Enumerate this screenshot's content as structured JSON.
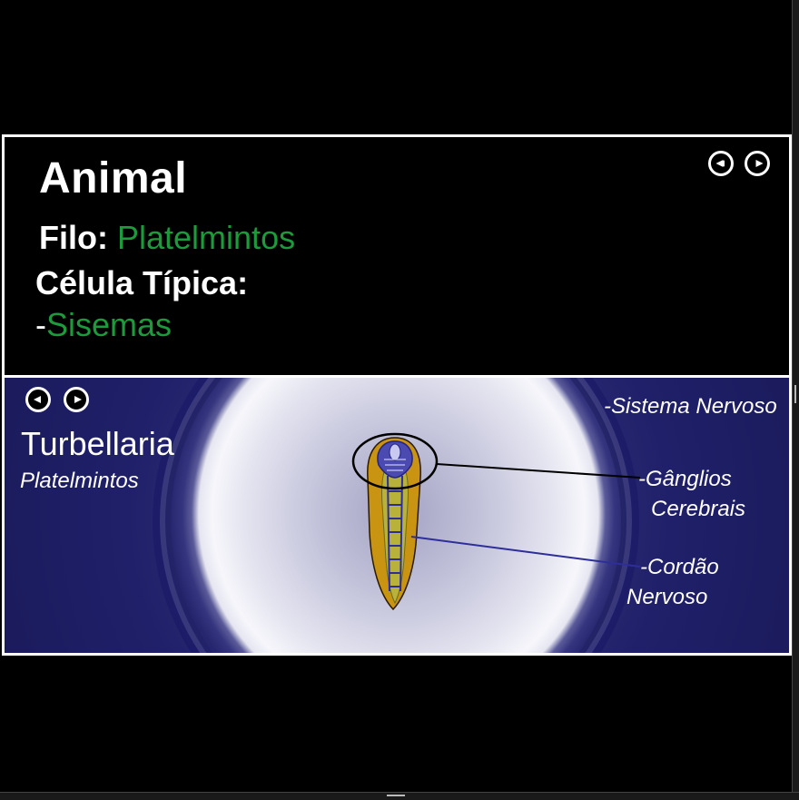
{
  "header": {
    "title": "Animal",
    "filo_label": "Filo:",
    "filo_value": "Platelmintos",
    "celula_label": "Célula Típica:",
    "celula_prefix": "-",
    "celula_value": "Sisemas"
  },
  "image_panel": {
    "species": "Turbellaria",
    "phylum": "Platelmintos",
    "labels": {
      "system": "-Sistema Nervoso",
      "ganglios_line1": "-Gânglios",
      "ganglios_line2": "Cerebrais",
      "cordao_line1": "-Cordão",
      "cordao_line2": "Nervoso"
    }
  },
  "icons": {
    "prev": "arrow-left-circle-icon",
    "next": "arrow-right-circle-icon"
  },
  "colors": {
    "accent_green": "#1c9a3c",
    "panel_blue": "#1b1b5e",
    "nerve_blue": "#2e2e9a"
  }
}
